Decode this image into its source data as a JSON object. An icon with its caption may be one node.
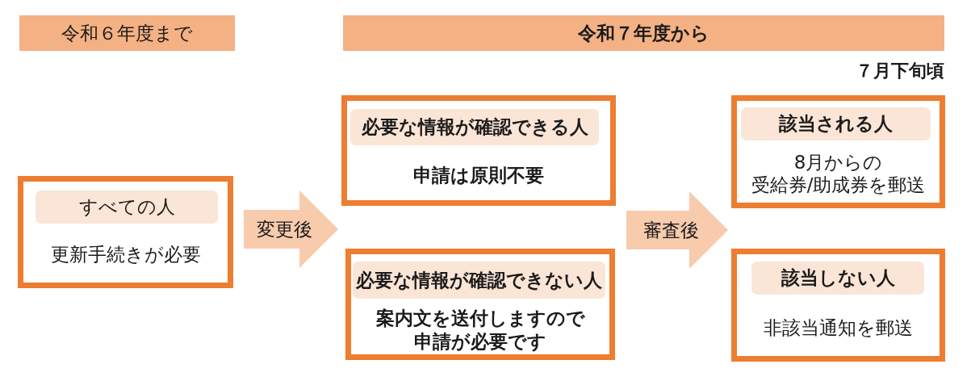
{
  "diagram": {
    "nodes": [
      {
        "text": [
          "令和６年度まで"
        ]
      },
      {
        "text": [
          "令和７年度から"
        ]
      },
      {
        "text": [
          "すべての人",
          "更新手続きが必要"
        ]
      },
      {
        "text": [
          "必要な情報が確認できる人",
          "申請は原則不要"
        ]
      },
      {
        "text": [
          "必要な情報が確認できない人",
          "案内文を送付しますので申請が必要です"
        ]
      },
      {
        "text": [
          "該当される人",
          "8月からの受給券/助成券を郵送"
        ]
      },
      {
        "text": [
          "該当しない人",
          "非該当通知を郵送"
        ]
      }
    ],
    "edges": [
      {
        "from": 2,
        "to": 3,
        "arrow": "to",
        "label": "変更後"
      },
      {
        "from": 2,
        "to": 4,
        "arrow": "to"
      },
      {
        "from": 3,
        "to": 5,
        "arrow": "to",
        "label": "審査後"
      },
      {
        "from": 3,
        "to": 6,
        "arrow": "to"
      },
      {
        "from": 4,
        "to": 5,
        "arrow": "to"
      },
      {
        "from": 4,
        "to": 6,
        "arrow": "to"
      }
    ],
    "labels": [
      "７月下旬頃"
    ]
  }
}
